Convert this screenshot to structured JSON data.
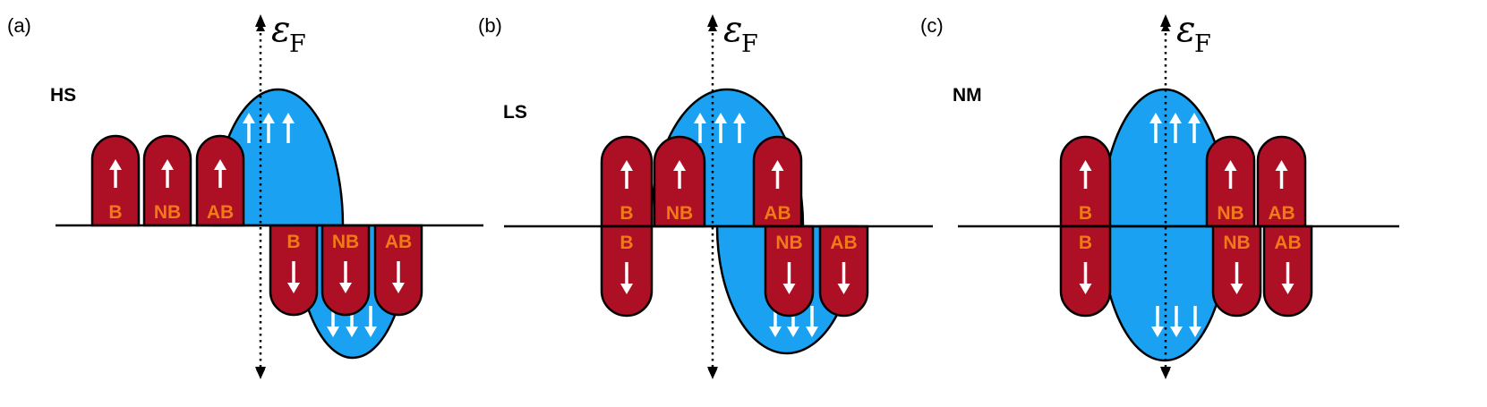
{
  "colors": {
    "metal_band": "#1BA1F2",
    "ligand_band": "#AD0F24",
    "band_label": "#F07A18",
    "outline": "#000000",
    "arrow": "#ffffff"
  },
  "fermi_level": {
    "symbol": "ε",
    "subscript": "F"
  },
  "icons": {
    "spin_up": "up-arrow-icon",
    "spin_down": "down-arrow-icon",
    "fermi_axis": "dotted-double-arrow-icon"
  },
  "panels": [
    {
      "id": "a",
      "label": "(a)",
      "state": "HS",
      "up_bands": [
        "B",
        "NB",
        "AB"
      ],
      "down_bands": [
        "B",
        "NB",
        "AB"
      ]
    },
    {
      "id": "b",
      "label": "(b)",
      "state": "LS",
      "up_bands": [
        "B",
        "NB",
        "AB"
      ],
      "down_bands": [
        "B",
        "NB",
        "AB"
      ]
    },
    {
      "id": "c",
      "label": "(c)",
      "state": "NM",
      "up_bands": [
        "B",
        "NB",
        "AB"
      ],
      "down_bands": [
        "B",
        "NB",
        "AB"
      ]
    }
  ]
}
